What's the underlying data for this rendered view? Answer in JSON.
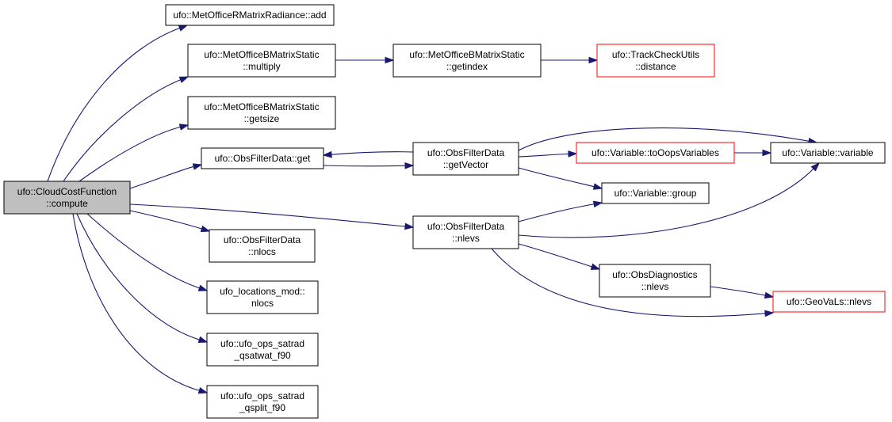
{
  "colors": {
    "edge": "#191970",
    "node_border": "#000000",
    "external_border": "#ff0000",
    "root_fill": "#bfbfbf",
    "node_fill": "#ffffff"
  },
  "nodes": [
    {
      "id": "compute",
      "lines": [
        "ufo::CloudCostFunction",
        "::compute"
      ],
      "kind": "root"
    },
    {
      "id": "rmatrix_add",
      "lines": [
        "ufo::MetOfficeRMatrixRadiance::add"
      ],
      "kind": "normal"
    },
    {
      "id": "bmatrix_multiply",
      "lines": [
        "ufo::MetOfficeBMatrixStatic",
        "::multiply"
      ],
      "kind": "normal"
    },
    {
      "id": "bmatrix_getsize",
      "lines": [
        "ufo::MetOfficeBMatrixStatic",
        "::getsize"
      ],
      "kind": "normal"
    },
    {
      "id": "obsfilterdata_get",
      "lines": [
        "ufo::ObsFilterData::get"
      ],
      "kind": "normal"
    },
    {
      "id": "obsfilterdata_nlocs",
      "lines": [
        "ufo::ObsFilterData",
        "::nlocs"
      ],
      "kind": "normal"
    },
    {
      "id": "locations_nlocs",
      "lines": [
        "ufo_locations_mod::",
        "nlocs"
      ],
      "kind": "normal"
    },
    {
      "id": "qsatwat",
      "lines": [
        "ufo::ufo_ops_satrad",
        "_qsatwat_f90"
      ],
      "kind": "normal"
    },
    {
      "id": "qsplit",
      "lines": [
        "ufo::ufo_ops_satrad",
        "_qsplit_f90"
      ],
      "kind": "normal"
    },
    {
      "id": "bmatrix_getindex",
      "lines": [
        "ufo::MetOfficeBMatrixStatic",
        "::getindex"
      ],
      "kind": "normal"
    },
    {
      "id": "obsfilterdata_getvector",
      "lines": [
        "ufo::ObsFilterData",
        "::getVector"
      ],
      "kind": "normal"
    },
    {
      "id": "obsfilterdata_nlevs",
      "lines": [
        "ufo::ObsFilterData",
        "::nlevs"
      ],
      "kind": "normal"
    },
    {
      "id": "trackcheck_distance",
      "lines": [
        "ufo::TrackCheckUtils",
        "::distance"
      ],
      "kind": "external"
    },
    {
      "id": "variable_tooops",
      "lines": [
        "ufo::Variable::toOopsVariables"
      ],
      "kind": "external"
    },
    {
      "id": "variable_group",
      "lines": [
        "ufo::Variable::group"
      ],
      "kind": "normal"
    },
    {
      "id": "obsdiagnostics_nlevs",
      "lines": [
        "ufo::ObsDiagnostics",
        "::nlevs"
      ],
      "kind": "normal"
    },
    {
      "id": "variable_variable",
      "lines": [
        "ufo::Variable::variable"
      ],
      "kind": "normal"
    },
    {
      "id": "geovals_nlevs",
      "lines": [
        "ufo::GeoVaLs::nlevs"
      ],
      "kind": "external"
    }
  ],
  "edges": [
    {
      "from": "compute",
      "to": "rmatrix_add"
    },
    {
      "from": "compute",
      "to": "bmatrix_multiply"
    },
    {
      "from": "compute",
      "to": "bmatrix_getsize"
    },
    {
      "from": "compute",
      "to": "obsfilterdata_get"
    },
    {
      "from": "compute",
      "to": "obsfilterdata_nlevs"
    },
    {
      "from": "compute",
      "to": "obsfilterdata_nlocs"
    },
    {
      "from": "compute",
      "to": "locations_nlocs"
    },
    {
      "from": "compute",
      "to": "qsatwat"
    },
    {
      "from": "compute",
      "to": "qsplit"
    },
    {
      "from": "bmatrix_multiply",
      "to": "bmatrix_getindex"
    },
    {
      "from": "bmatrix_getindex",
      "to": "trackcheck_distance"
    },
    {
      "from": "obsfilterdata_get",
      "to": "obsfilterdata_getvector"
    },
    {
      "from": "obsfilterdata_getvector",
      "to": "obsfilterdata_get"
    },
    {
      "from": "obsfilterdata_getvector",
      "to": "variable_tooops"
    },
    {
      "from": "obsfilterdata_getvector",
      "to": "variable_variable"
    },
    {
      "from": "obsfilterdata_getvector",
      "to": "variable_group"
    },
    {
      "from": "variable_tooops",
      "to": "variable_variable"
    },
    {
      "from": "obsfilterdata_nlevs",
      "to": "variable_group"
    },
    {
      "from": "obsfilterdata_nlevs",
      "to": "variable_variable"
    },
    {
      "from": "obsfilterdata_nlevs",
      "to": "obsdiagnostics_nlevs"
    },
    {
      "from": "obsfilterdata_nlevs",
      "to": "geovals_nlevs"
    },
    {
      "from": "obsdiagnostics_nlevs",
      "to": "geovals_nlevs"
    }
  ]
}
